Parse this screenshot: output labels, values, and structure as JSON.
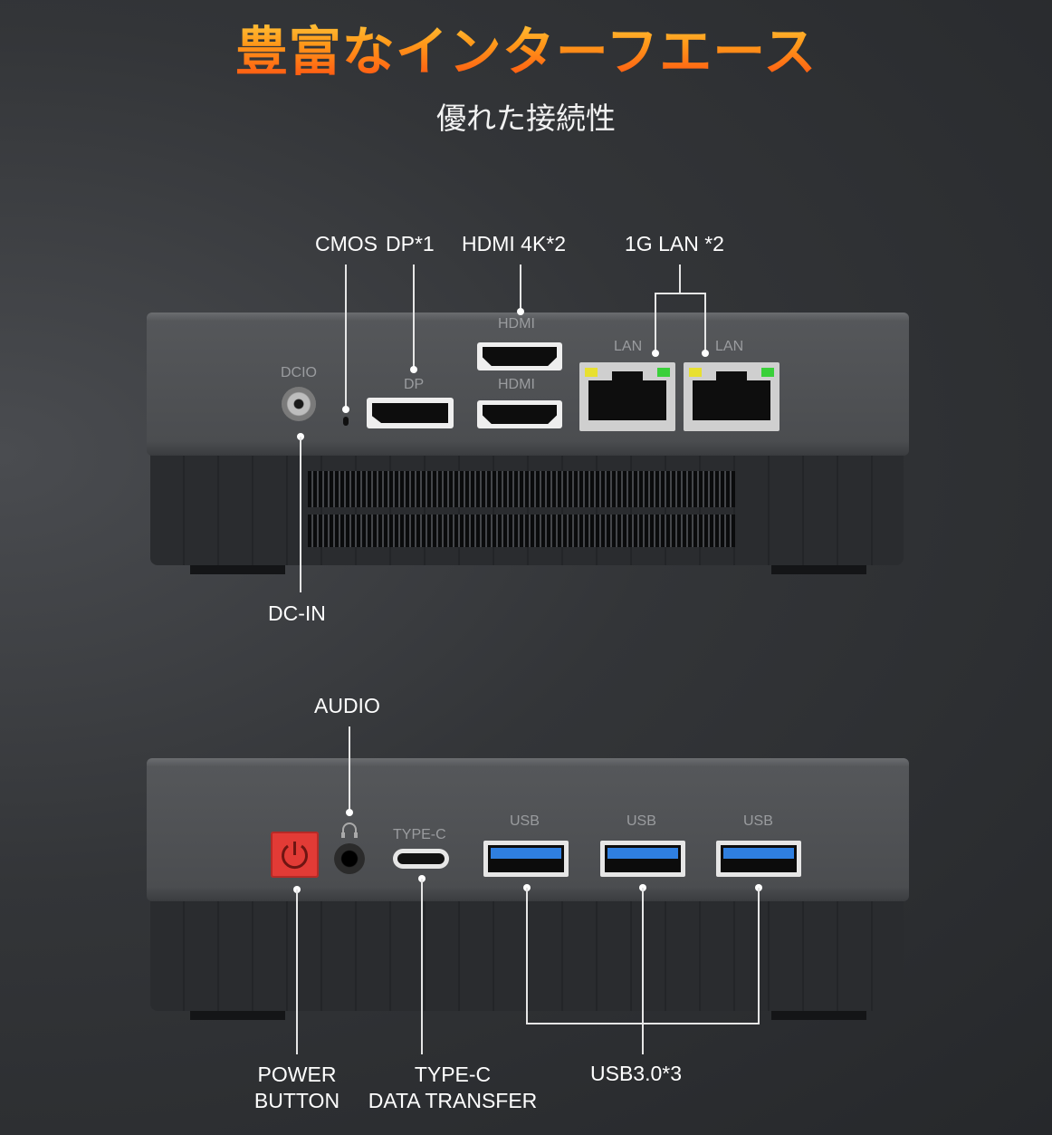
{
  "heading": {
    "title": "豊富なインターフエース",
    "subtitle": "優れた接続性"
  },
  "rear": {
    "callouts": {
      "cmos": "CMOS",
      "dp": "DP*1",
      "hdmi": "HDMI 4K*2",
      "lan": "1G LAN *2",
      "dcin": "DC-IN"
    },
    "port_labels": {
      "dcio": "DCIO",
      "dp": "DP",
      "hdmi_top": "HDMI",
      "hdmi_bottom": "HDMI",
      "lan_1": "LAN",
      "lan_2": "LAN"
    }
  },
  "front": {
    "callouts": {
      "audio": "AUDIO",
      "power_line1": "POWER",
      "power_line2": "BUTTON",
      "typec_line1": "TYPE-C",
      "typec_line2": "DATA TRANSFER",
      "usb": "USB3.0*3"
    },
    "port_labels": {
      "typec": "TYPE-C",
      "usb_1": "USB",
      "usb_2": "USB",
      "usb_3": "USB"
    }
  },
  "colors": {
    "title_top": "#ffd84a",
    "title_bottom": "#ff4a10",
    "power_button": "#e23b36",
    "usb_blue": "#2f7fe0",
    "led_yellow": "#e8e030",
    "led_green": "#3ad03a"
  }
}
